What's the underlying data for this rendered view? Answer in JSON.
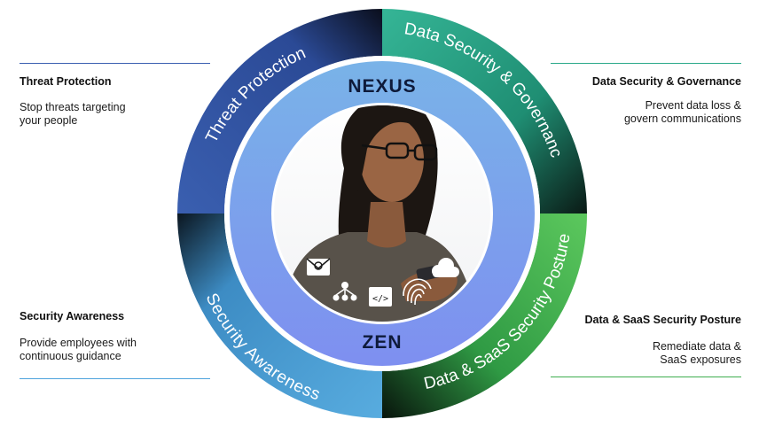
{
  "left_top": {
    "title": "Threat Protection",
    "desc_line1": "Stop threats targeting",
    "desc_line2": "your people"
  },
  "left_bottom": {
    "title": "Security Awareness",
    "desc_line1": "Provide employees with",
    "desc_line2": "continuous guidance"
  },
  "right_top": {
    "title": "Data Security & Governance",
    "desc_line1": "Prevent data loss &",
    "desc_line2": "govern communications"
  },
  "right_bottom": {
    "title": "Data & SaaS Security Posture",
    "desc_line1": "Remediate data &",
    "desc_line2": "SaaS exposures"
  },
  "ring": {
    "threat": "Threat Protection",
    "data_gov": "Data Security & Governance",
    "awareness": "Security Awareness",
    "saas": "Data & SaaS Security Posture"
  },
  "inner": {
    "top": "NEXUS",
    "bottom": "ZEN"
  },
  "colors": {
    "threat": "#3a5fb0",
    "data_gov": "#2aa98a",
    "awareness": "#4ea3dc",
    "saas": "#3fae4f",
    "inner_ring": "#7fa6ee"
  },
  "icons": [
    "email-icon",
    "network-people-icon",
    "code-icon",
    "fingerprint-icon",
    "cloud-icon"
  ]
}
